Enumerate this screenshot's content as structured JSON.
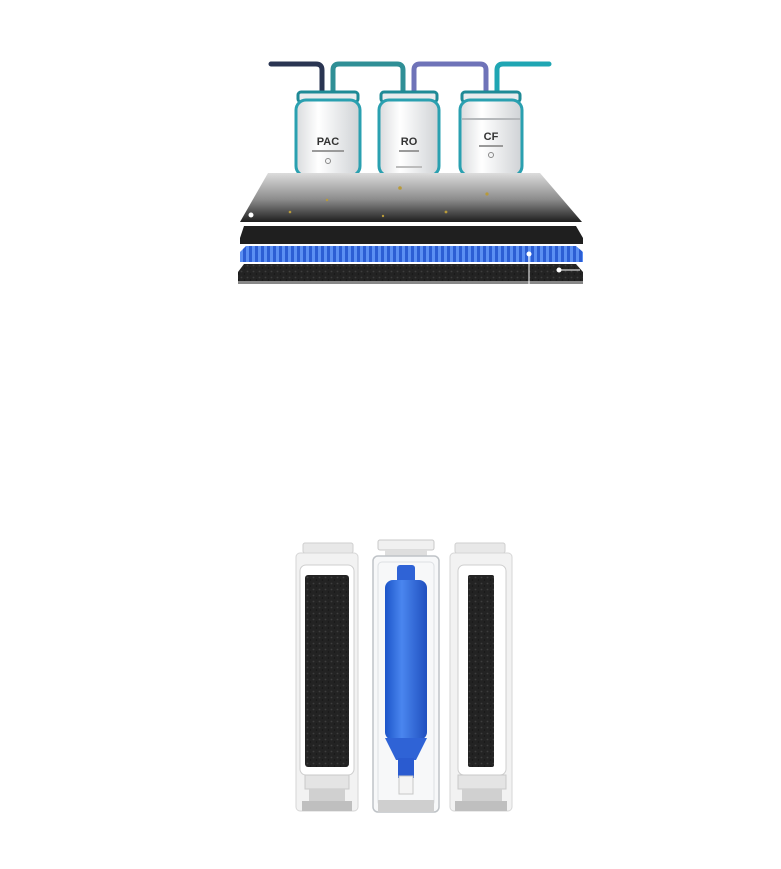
{
  "top_figure": {
    "cartridges": [
      {
        "label": "PAC"
      },
      {
        "label": "RO"
      },
      {
        "label": "CF"
      }
    ]
  },
  "colors": {
    "tube_dark": "#2a3552",
    "tube_teal": "#2f8f96",
    "tube_purple": "#6f73b8",
    "tube_cyan": "#1fa6b3",
    "membrane_blue": "#2f63d6",
    "carbon_black": "#1c1c1c",
    "cartridge_white": "#f4f5f6"
  }
}
